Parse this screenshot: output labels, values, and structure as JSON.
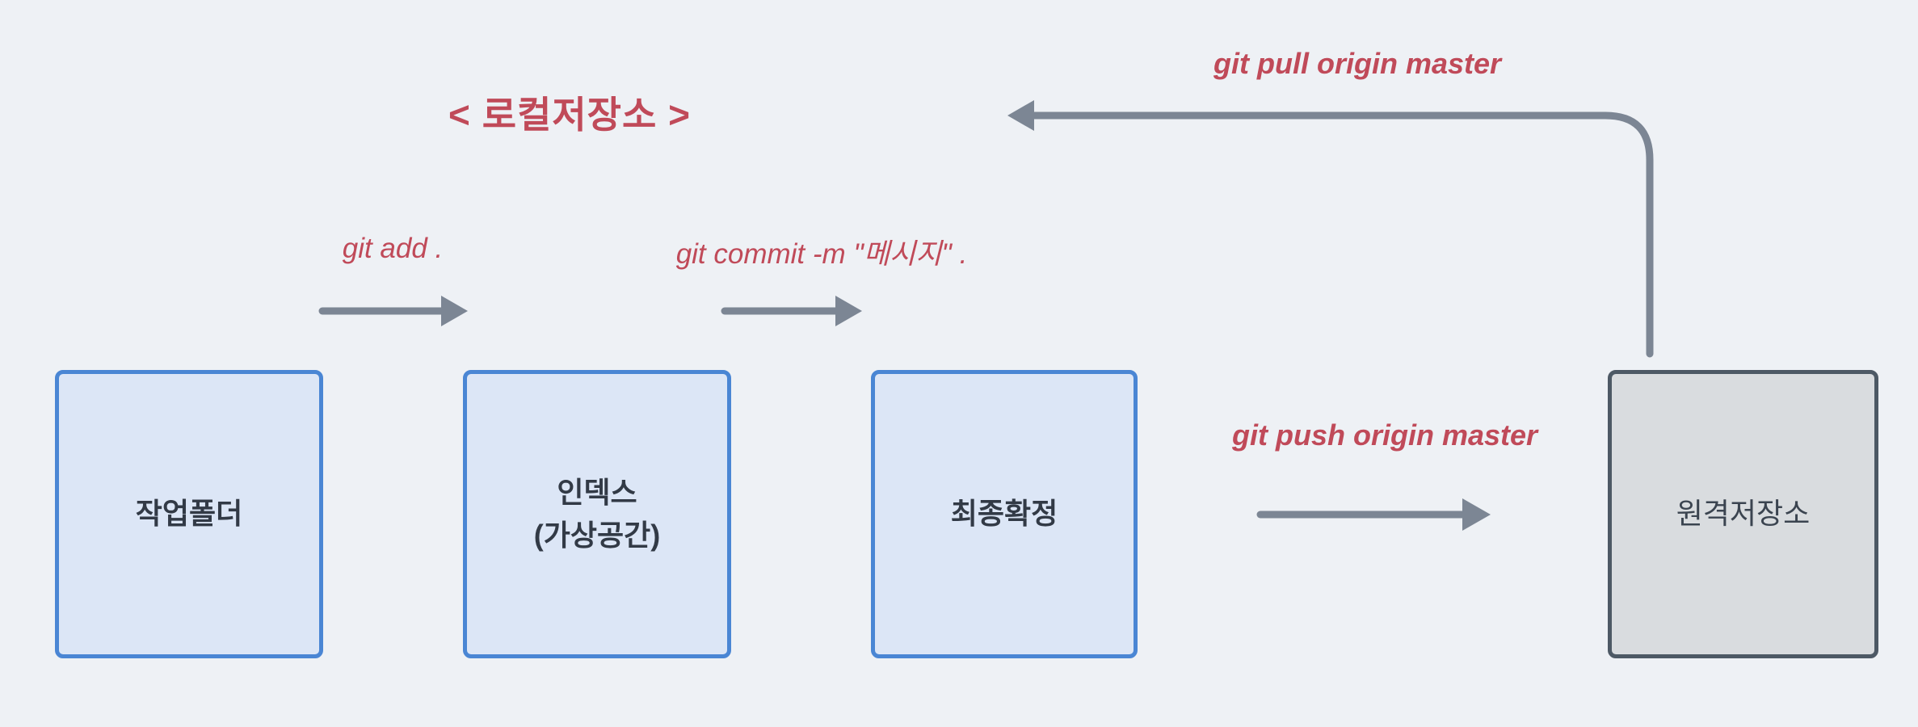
{
  "diagram": {
    "title": "< 로컬저장소 >",
    "colors": {
      "background": "#eef1f5",
      "accent_red": "#c04a59",
      "arrow_gray": "#7c8694",
      "node_blue_border": "#4a86d4",
      "node_blue_fill": "#dce6f6",
      "node_gray_border": "#4d5965",
      "node_gray_fill": "#d9dcdf",
      "node_text_dark": "#323a46"
    },
    "nodes": [
      {
        "id": "working-folder",
        "label": "작업폴더",
        "sublabel": "",
        "style": "blue"
      },
      {
        "id": "index",
        "label": "인덱스",
        "sublabel": "(가상공간)",
        "style": "blue"
      },
      {
        "id": "final-commit",
        "label": "최종확정",
        "sublabel": "",
        "style": "blue"
      },
      {
        "id": "remote-repo",
        "label": "원격저장소",
        "sublabel": "",
        "style": "gray"
      }
    ],
    "edges": [
      {
        "from": "working-folder",
        "to": "index",
        "label": "git add ."
      },
      {
        "from": "index",
        "to": "final-commit",
        "label": "git commit -m \"메시지\"  ."
      },
      {
        "from": "final-commit",
        "to": "remote-repo",
        "label": "git push origin master"
      },
      {
        "from": "remote-repo",
        "to": "local-repository",
        "label": "git pull origin master"
      }
    ]
  }
}
